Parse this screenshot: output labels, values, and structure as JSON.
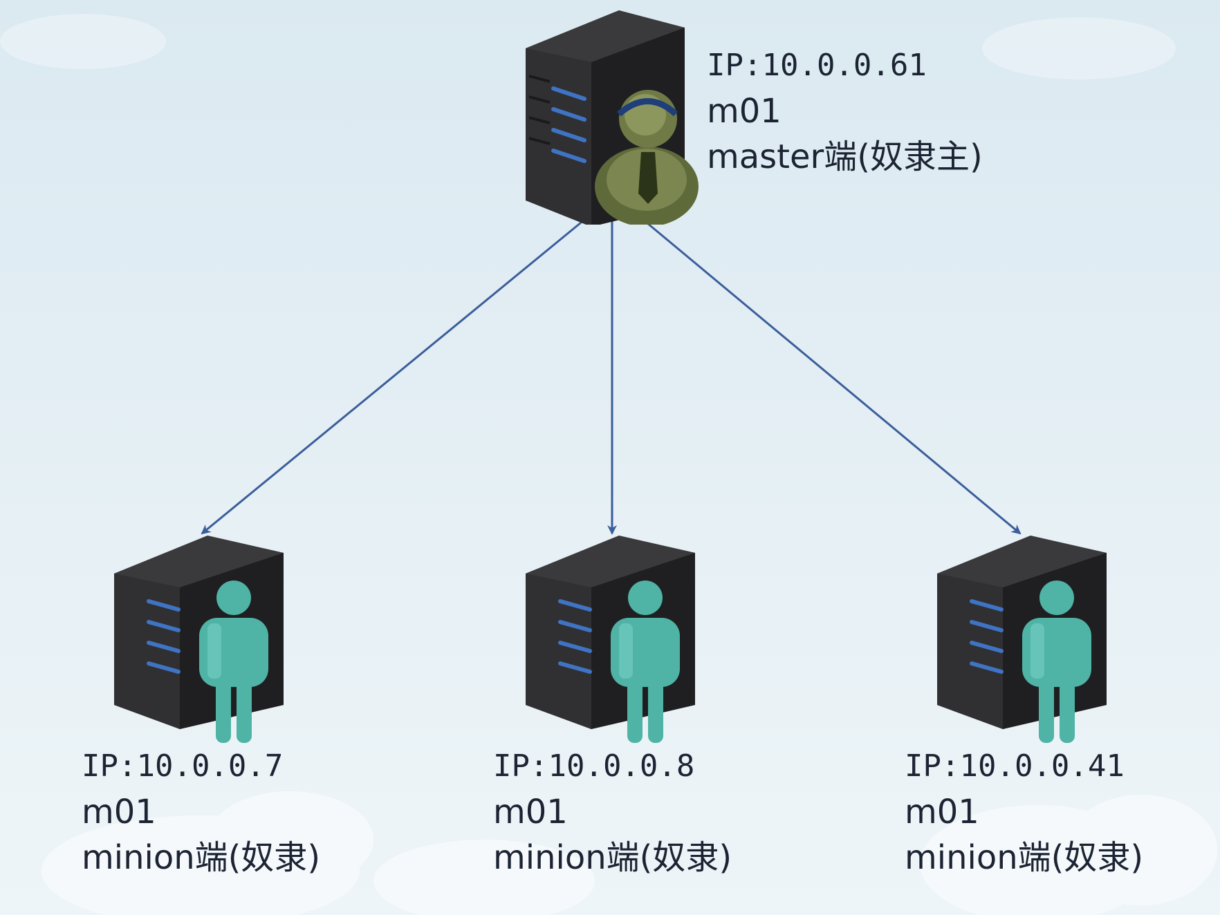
{
  "colors": {
    "background_top": "#dbe9f1",
    "background_bottom": "#eef5f8",
    "cloud": "#f7fbfd",
    "server_body": "#2f2f31",
    "server_light": "#3e6fb8",
    "master_user": "#5f6a3a",
    "minion_user": "#4fb3a6",
    "edge": "#3b5d9a"
  },
  "master": {
    "ip": "IP:10.0.0.61",
    "name": "m01",
    "role": "master端(奴隶主)",
    "icon": "server-with-manager-icon"
  },
  "minions": [
    {
      "ip": "IP:10.0.0.7",
      "name": "m01",
      "role": "minion端(奴隶)",
      "icon": "server-with-user-icon"
    },
    {
      "ip": "IP:10.0.0.8",
      "name": "m01",
      "role": "minion端(奴隶)",
      "icon": "server-with-user-icon"
    },
    {
      "ip": "IP:10.0.0.41",
      "name": "m01",
      "role": "minion端(奴隶)",
      "icon": "server-with-user-icon"
    }
  ],
  "edges": [
    {
      "from": "master",
      "to": "minion-0"
    },
    {
      "from": "master",
      "to": "minion-1"
    },
    {
      "from": "master",
      "to": "minion-2"
    }
  ]
}
